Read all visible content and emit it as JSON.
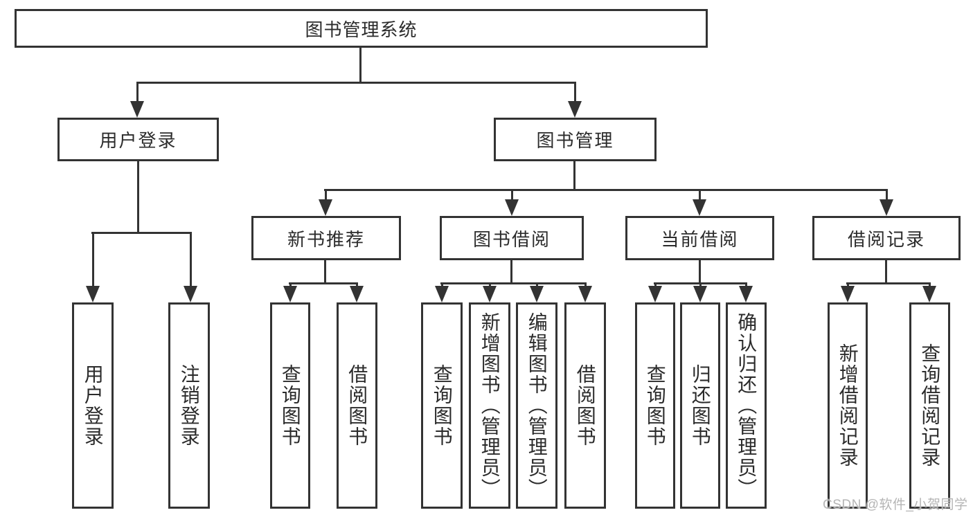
{
  "diagram": {
    "root": {
      "label": "图书管理系统"
    },
    "level2": [
      {
        "id": "user-login",
        "label": "用户登录",
        "children": [
          {
            "label": "用户登录"
          },
          {
            "label": "注销登录"
          }
        ]
      },
      {
        "id": "book-management",
        "label": "图书管理",
        "children": [
          {
            "id": "new-book-recommend",
            "label": "新书推荐",
            "children": [
              {
                "label": "查询图书"
              },
              {
                "label": "借阅图书"
              }
            ]
          },
          {
            "id": "book-borrow",
            "label": "图书借阅",
            "children": [
              {
                "label": "查询图书"
              },
              {
                "label": "新增图书（管理员）"
              },
              {
                "label": "编辑图书（管理员）"
              },
              {
                "label": "借阅图书"
              }
            ]
          },
          {
            "id": "current-borrow",
            "label": "当前借阅",
            "children": [
              {
                "label": "查询图书"
              },
              {
                "label": "归还图书"
              },
              {
                "label": "确认归还（管理员）"
              }
            ]
          },
          {
            "id": "borrow-records",
            "label": "借阅记录",
            "children": [
              {
                "label": "新增借阅记录"
              },
              {
                "label": "查询借阅记录"
              }
            ]
          }
        ]
      }
    ]
  },
  "watermark": {
    "text": "CSDN @软件_小贺同学"
  },
  "colors": {
    "line": "#333333",
    "text": "#2b2b2b",
    "watermark_text": "#b5b5b5",
    "background": "#ffffff"
  }
}
